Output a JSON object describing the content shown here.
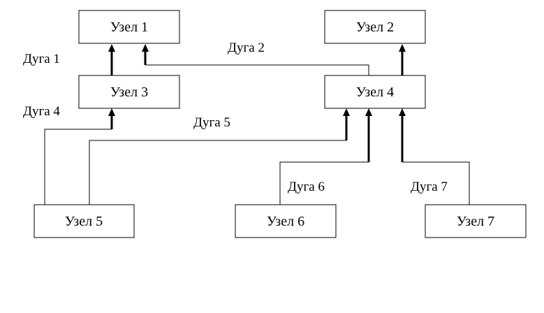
{
  "nodes": {
    "node1": "Узел 1",
    "node2": "Узел 2",
    "node3": "Узел 3",
    "node4": "Узел 4",
    "node5": "Узел 5",
    "node6": "Узел 6",
    "node7": "Узел 7"
  },
  "arcs": {
    "arc1": "Дуга 1",
    "arc2": "Дуга 2",
    "arc4": "Дуга 4",
    "arc5": "Дуга 5",
    "arc6": "Дуга 6",
    "arc7": "Дуга 7"
  }
}
